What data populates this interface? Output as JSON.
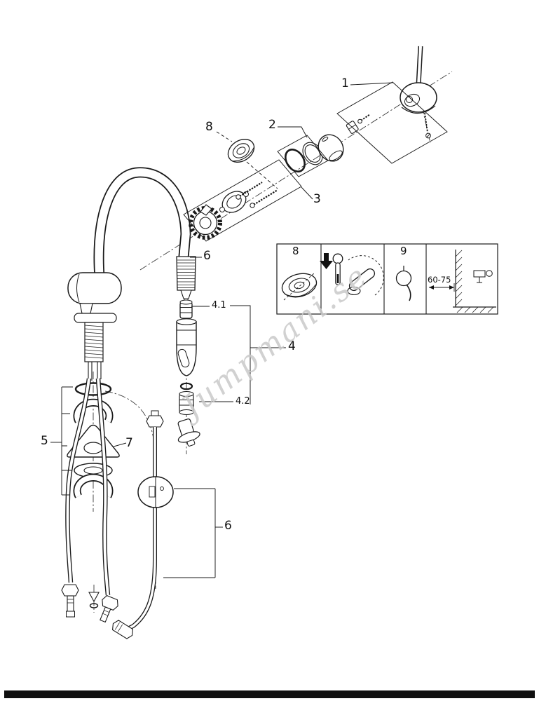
{
  "diagram": {
    "type": "exploded-parts-diagram",
    "watermark": "Jumpmani.se",
    "line_color": "#1a1a1a",
    "bottom_bar_color": "#101010",
    "part_labels": {
      "p1": "1",
      "p2": "2",
      "p3": "3",
      "p4": "4",
      "p4_1": "4.1",
      "p4_2": "4.2",
      "p5": "5",
      "p6_upper": "6",
      "p6_lower": "6",
      "p7": "7",
      "p8": "8"
    },
    "inset": {
      "label_8": "8",
      "label_9": "9",
      "dimension": "60-75"
    }
  }
}
